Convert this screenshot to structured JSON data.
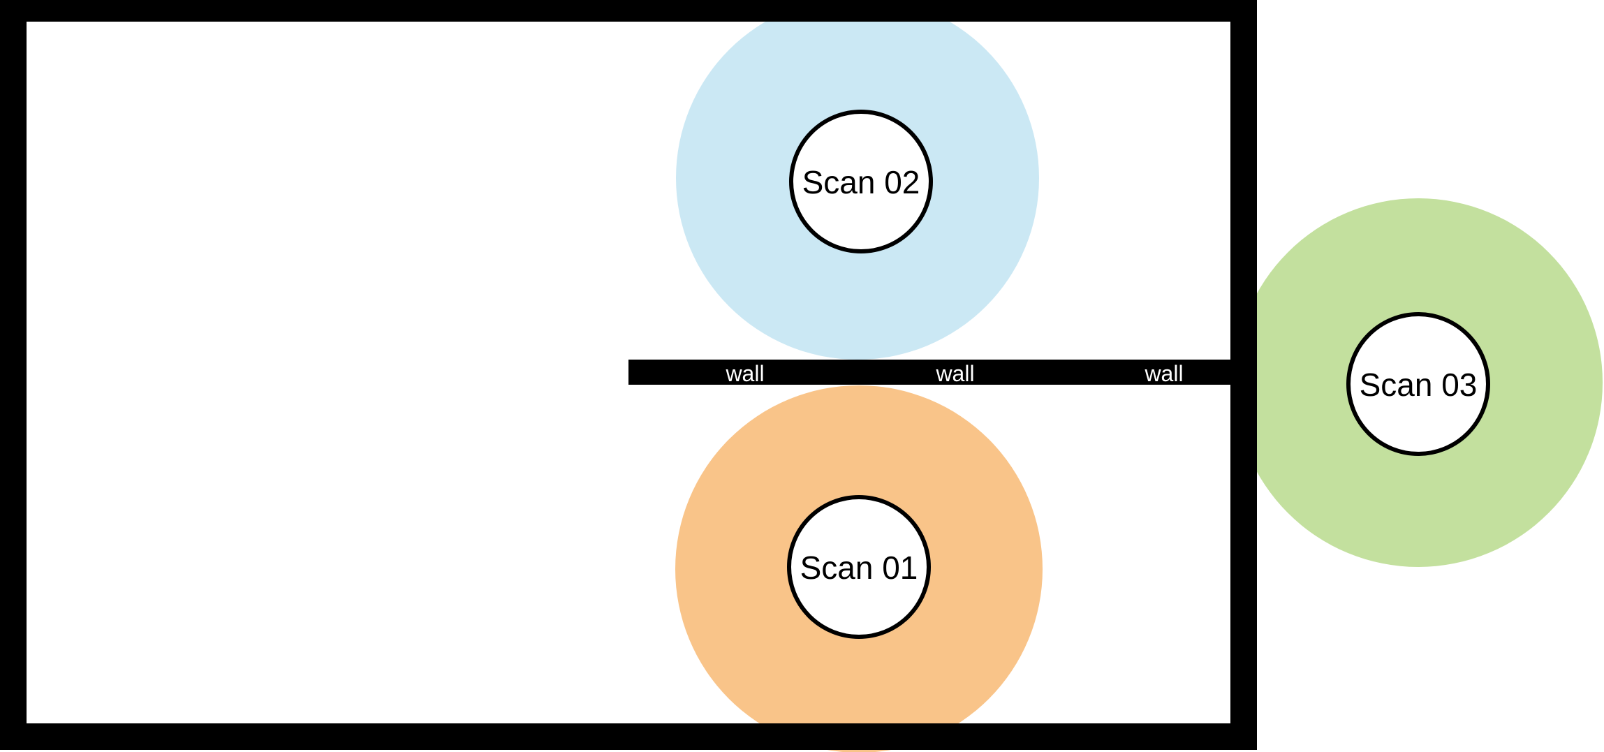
{
  "diagram": {
    "type": "floorplan-scan-coverage",
    "scans": [
      {
        "label": "Scan 01",
        "range_color": "#f9c489"
      },
      {
        "label": "Scan 02",
        "range_color": "#cbe8f4"
      },
      {
        "label": "Scan 03",
        "range_color": "#c3e09e"
      }
    ],
    "wall_labels": [
      "wall",
      "wall",
      "wall"
    ],
    "colors": {
      "wall": "#000000",
      "scan_node_fill": "#ffffff",
      "scan_node_stroke": "#000000",
      "scan_label_text": "#000000",
      "wall_label_text": "#ffffff",
      "background": "#ffffff"
    }
  }
}
